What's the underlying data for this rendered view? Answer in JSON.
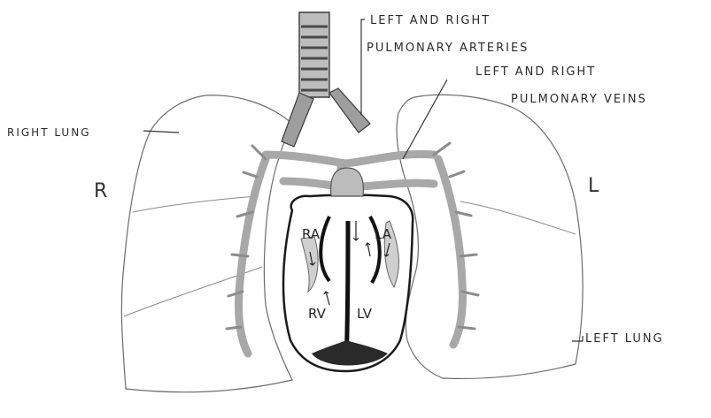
{
  "labels": {
    "pulmonary_arteries_line1": "LEFT AND RIGHT",
    "pulmonary_arteries_line2": "PULMONARY ARTERIES",
    "pulmonary_veins_line1": "LEFT AND RIGHT",
    "pulmonary_veins_line2": "PULMONARY VEINS",
    "right_lung": "RIGHT LUNG",
    "left_lung": "LEFT LUNG",
    "side_right": "R",
    "side_left": "L"
  },
  "chambers": {
    "right_atrium": "RA",
    "left_atrium": "LA",
    "right_ventricle": "RV",
    "left_ventricle": "LV"
  }
}
